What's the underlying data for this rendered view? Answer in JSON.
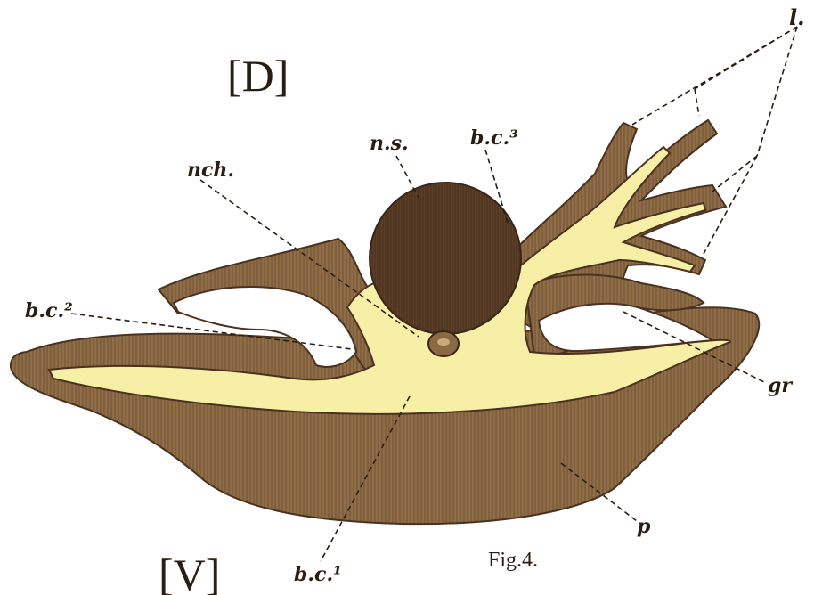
{
  "orientation": {
    "dorsal": "[D]",
    "ventral": "[V]"
  },
  "figure_caption": "Fig.4.",
  "labels": {
    "l": "l.",
    "ns": "n.s.",
    "bc3": "b.c.³",
    "nch": "nch.",
    "bc2": "b.c.²",
    "gr": "gr",
    "p": "p",
    "bc1": "b.c.¹"
  },
  "colors": {
    "tissue": "#8a6a44",
    "tissue_dark": "#5e3f24",
    "ns_fill": "#5a3d28",
    "cavity": "#f8efa6",
    "ink": "#2a1e12"
  }
}
